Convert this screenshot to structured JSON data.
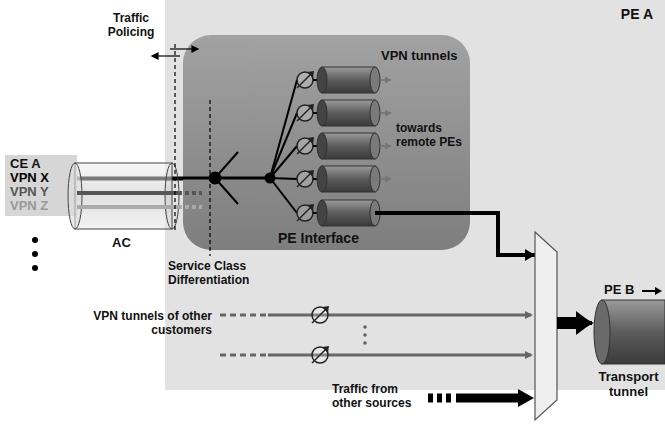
{
  "diagram": {
    "nodes": [
      {
        "text": [
          "PE A"
        ]
      },
      {
        "text": [
          "CE A",
          "VPN X",
          "VPN Y",
          "VPN Z"
        ]
      },
      {
        "text": [
          "PE Interface"
        ],
        "in": 0
      },
      {
        "text": [
          "Transport tunnel"
        ]
      }
    ],
    "edges": [
      {
        "from": 1,
        "to": 2,
        "arrow": "none"
      },
      {
        "from": 2,
        "to": 3,
        "arrow": "to"
      }
    ],
    "labels": [
      "Traffic Policing",
      "AC",
      "VPN tunnels",
      "towards remote PEs",
      "Service Class Differentiation",
      "PE B",
      "VPN tunnels of other customers",
      "Traffic from other sources"
    ]
  }
}
